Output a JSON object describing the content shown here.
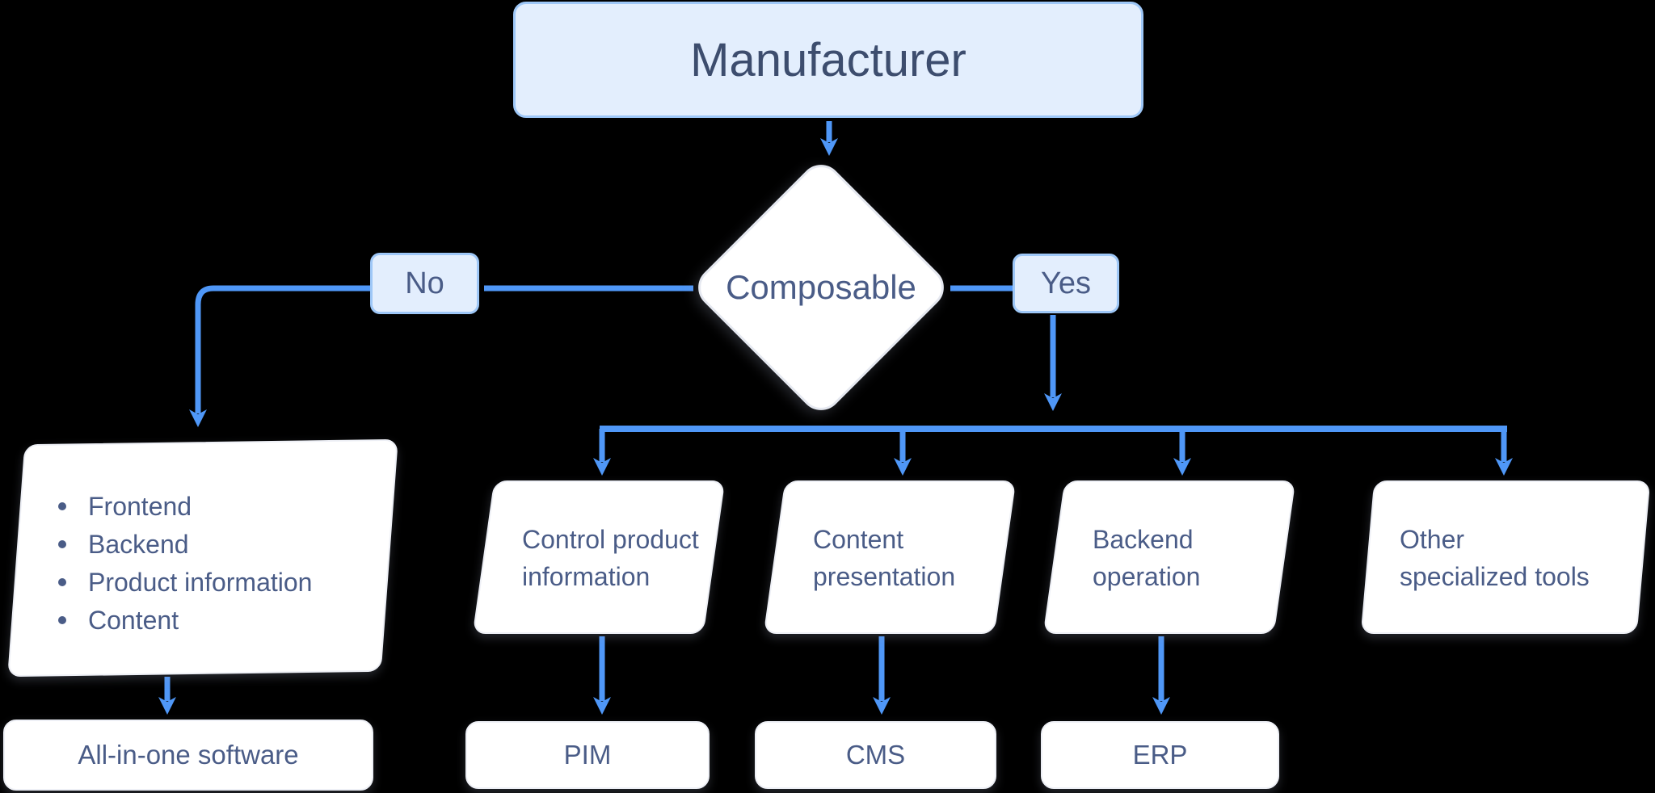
{
  "colors": {
    "background": "#000000",
    "connector_blue": "#4f97f7",
    "node_fill_blue": "#e3eefd",
    "node_border_blue": "#9ec7f7",
    "node_fill_white": "#ffffff",
    "text_dark": "#4a5c87",
    "title_text": "#3d4d6e"
  },
  "nodes": {
    "manufacturer": {
      "label": "Manufacturer"
    },
    "composable": {
      "label": "Composable"
    },
    "branch_no": {
      "label": "No"
    },
    "branch_yes": {
      "label": "Yes"
    },
    "monolith_scope": {
      "items": [
        "Frontend",
        "Backend",
        "Product information",
        "Content"
      ]
    },
    "all_in_one": {
      "label": "All-in-one software"
    },
    "control_product_information": {
      "line1": "Control product",
      "line2": "information"
    },
    "content_presentation": {
      "line1": "Content",
      "line2": "presentation"
    },
    "backend_operation": {
      "line1": "Backend",
      "line2": "operation"
    },
    "other_specialized_tools": {
      "line1": "Other",
      "line2": "specialized tools"
    },
    "pim": {
      "label": "PIM"
    },
    "cms": {
      "label": "CMS"
    },
    "erp": {
      "label": "ERP"
    }
  }
}
